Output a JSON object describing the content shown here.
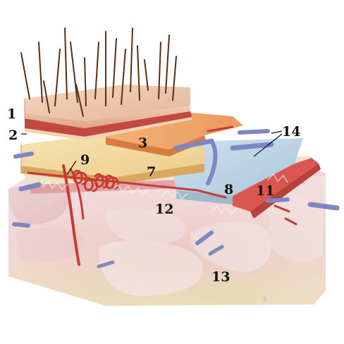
{
  "labels": [
    {
      "id": "1",
      "text": "1"
    },
    {
      "id": "2",
      "text": "2"
    },
    {
      "id": "3",
      "text": "3"
    },
    {
      "id": "7",
      "text": "7"
    },
    {
      "id": "8",
      "text": "8"
    },
    {
      "id": "9",
      "text": "9"
    },
    {
      "id": "11",
      "text": "11"
    },
    {
      "id": "12",
      "text": "12"
    },
    {
      "id": "13",
      "text": "13"
    },
    {
      "id": "14",
      "text": "14"
    }
  ],
  "watermark": "3"
}
